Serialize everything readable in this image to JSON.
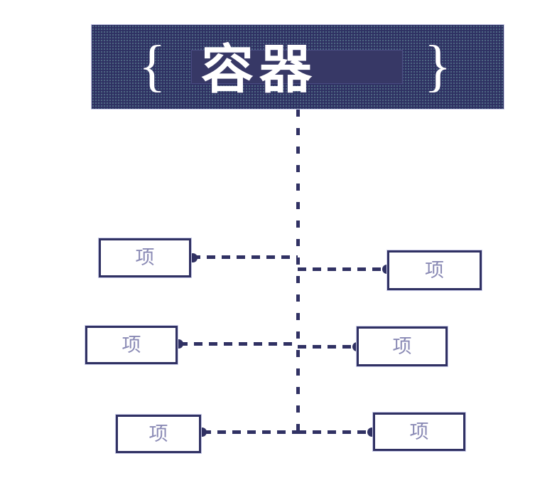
{
  "diagram": {
    "type": "container-items-hierarchy",
    "header": {
      "brace_left": "{",
      "title": "容器",
      "brace_right": "}"
    },
    "items": [
      {
        "label": "项",
        "side": "left"
      },
      {
        "label": "项",
        "side": "right"
      },
      {
        "label": "项",
        "side": "left"
      },
      {
        "label": "项",
        "side": "right"
      },
      {
        "label": "项",
        "side": "left"
      },
      {
        "label": "项",
        "side": "right"
      }
    ],
    "colors": {
      "navy": "#303163",
      "header_fill": "#2E3062",
      "inner_plate": "#373866",
      "title_text": "#FFFFFF",
      "item_text": "#8A8AB5",
      "box_fill": "#FFFFFF",
      "halo": "#C9CBE8"
    }
  }
}
